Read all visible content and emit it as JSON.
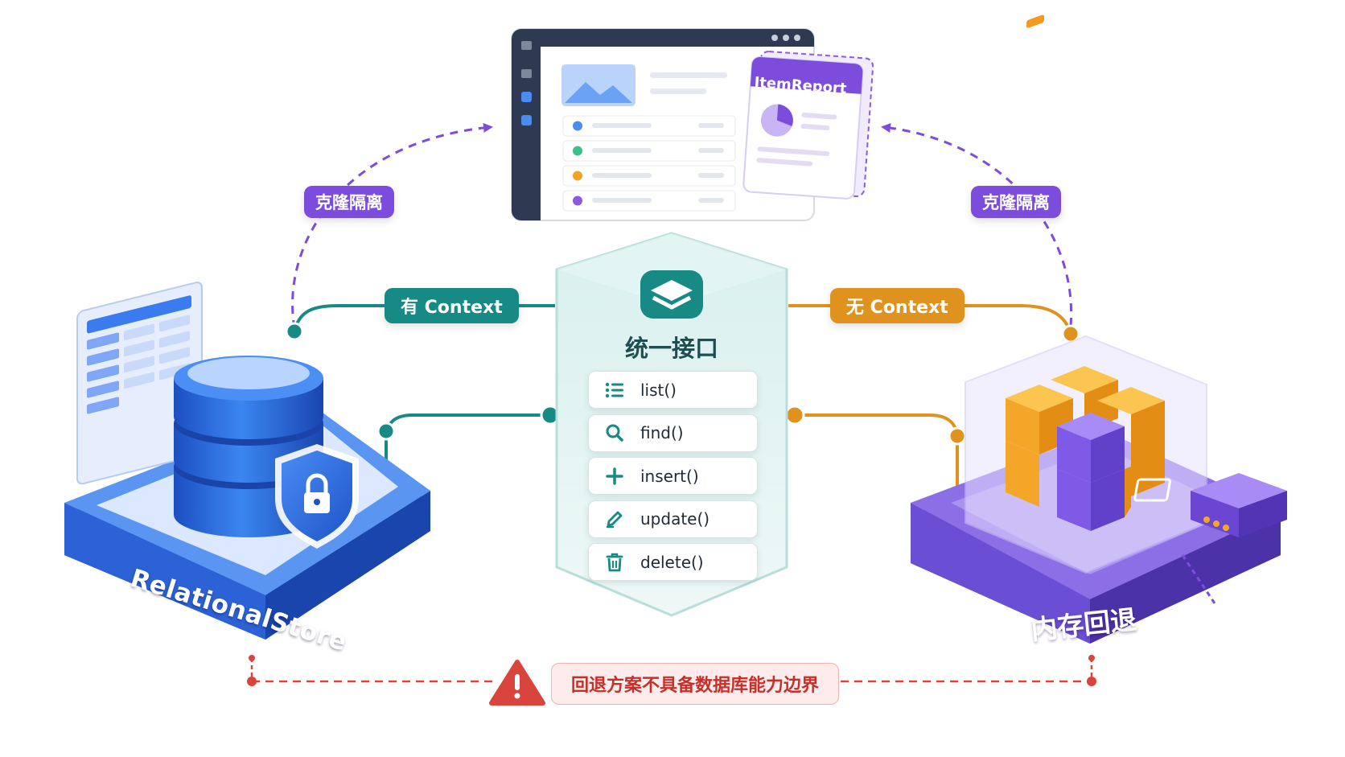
{
  "center": {
    "title": "统一接口",
    "methods": [
      {
        "label": "list()",
        "icon": "list-icon"
      },
      {
        "label": "find()",
        "icon": "search-icon"
      },
      {
        "label": "insert()",
        "icon": "plus-icon"
      },
      {
        "label": "update()",
        "icon": "pencil-icon"
      },
      {
        "label": "delete()",
        "icon": "trash-icon"
      }
    ]
  },
  "left_path": {
    "label": "有 Context",
    "color": "#178a86"
  },
  "right_path": {
    "label": "无 Context",
    "color": "#e0921e"
  },
  "isolation": {
    "left_label": "克隆隔离",
    "right_label": "克隆隔离",
    "color": "#7c4ddd"
  },
  "report_card": {
    "label": "ItemReport"
  },
  "left_store": {
    "label": "RelationalStore",
    "color": "#2f6fe0"
  },
  "right_store": {
    "label": "内存回退",
    "color": "#6a46d2"
  },
  "warning": {
    "text": "回退方案不具备数据库能力边界",
    "color": "#d9443c"
  },
  "ui_window": {
    "list_dot_colors": [
      "#4a8cf0",
      "#3cc08c",
      "#f2a322",
      "#8b5be0"
    ]
  }
}
